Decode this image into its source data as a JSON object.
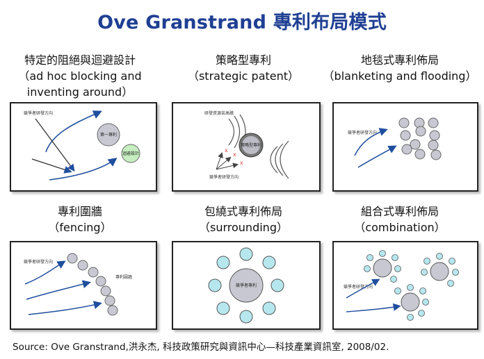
{
  "title": "Ove Granstrand 專利布局模式",
  "cells": [
    {
      "title": "特定的阻絕與迴避設計",
      "subtitle_line1": "（ad hoc blocking and",
      "subtitle_line2": "inventing around）",
      "inner": {
        "competitor": "競爭者研發方向",
        "first_patent": "第一專利",
        "workaround": "迴避設計"
      }
    },
    {
      "title": "策略型專利",
      "subtitle_line1": "（strategic patent）",
      "subtitle_line2": "",
      "inner": {
        "resource": "研發資源苦高礁",
        "strategic": "策略型專利",
        "competitor": "競爭者研發方向"
      }
    },
    {
      "title": "地毯式專利佈局",
      "subtitle_line1": "（blanketing and flooding）",
      "subtitle_line2": "",
      "inner": {
        "competitor": "競爭者研發方向"
      }
    },
    {
      "title": "專利圍牆",
      "subtitle_line1": "（fencing）",
      "subtitle_line2": "",
      "inner": {
        "competitor": "競爭者研發方向",
        "fence": "專利圍牆"
      }
    },
    {
      "title": "包繞式專利佈局",
      "subtitle_line1": "（surrounding）",
      "subtitle_line2": "",
      "inner": {
        "competitor_patent": "競爭者專利"
      }
    },
    {
      "title": "組合式專利佈局",
      "subtitle_line1": "（combination）",
      "subtitle_line2": "",
      "inner": {
        "competitor": "競爭者研發方向"
      }
    }
  ],
  "source": "Source: Ove Granstrand,洪永杰, 科技政策研究與資訊中心—科技產業資訊室, 2008/02.",
  "colors": {
    "title": "#1f3f93",
    "arrow": "#1f4f9e",
    "circle_gray": "#c8c8d2",
    "circle_teal": "#b6e7ef",
    "circle_green": "#c6eec0",
    "cross_red": "#e04040"
  }
}
